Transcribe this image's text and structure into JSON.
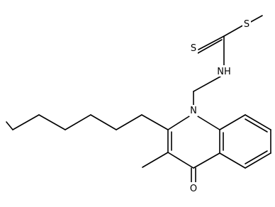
{
  "molecule": {
    "atoms": [
      {
        "id": "S_thione",
        "label": "S"
      },
      {
        "id": "S_methyl",
        "label": "S"
      },
      {
        "id": "N_amide",
        "label": "NH"
      },
      {
        "id": "N_ring",
        "label": "N"
      },
      {
        "id": "O_ketone",
        "label": "O"
      }
    ]
  }
}
